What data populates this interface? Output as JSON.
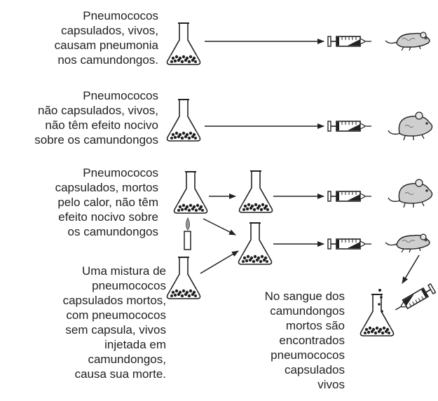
{
  "captions": {
    "row1": [
      "Pneumococos",
      "capsulados, vivos,",
      "causam pneumonia",
      "nos camundongos."
    ],
    "row2": [
      "Pneumococos",
      "não capsulados, vivos,",
      "não têm efeito nocivo",
      "sobre os camundongos"
    ],
    "row3": [
      "Pneumococos",
      "capsulados, mortos",
      "pelo calor, não têm",
      "efeito nocivo sobre",
      "os camundongos"
    ],
    "row4": [
      "Uma mistura de",
      "pneumococos",
      "capsulados mortos,",
      "com pneumococos",
      "sem capsula, vivos",
      "injetada em",
      "camundongos,",
      "causa sua morte."
    ],
    "result": [
      "No sangue dos",
      "camundongos",
      "mortos são",
      "encontrados",
      "pneumococos",
      "capsulados",
      "vivos"
    ]
  },
  "figures": {
    "flask": "flask-icon",
    "syringe": "syringe-icon",
    "dead_mouse": "dead-mouse-icon",
    "live_mouse": "live-mouse-icon",
    "burner": "bunsen-burner-icon"
  },
  "colors": {
    "ink": "#222222",
    "mouse_fill": "#cfcfcf",
    "flame": "#9a9a9a"
  }
}
